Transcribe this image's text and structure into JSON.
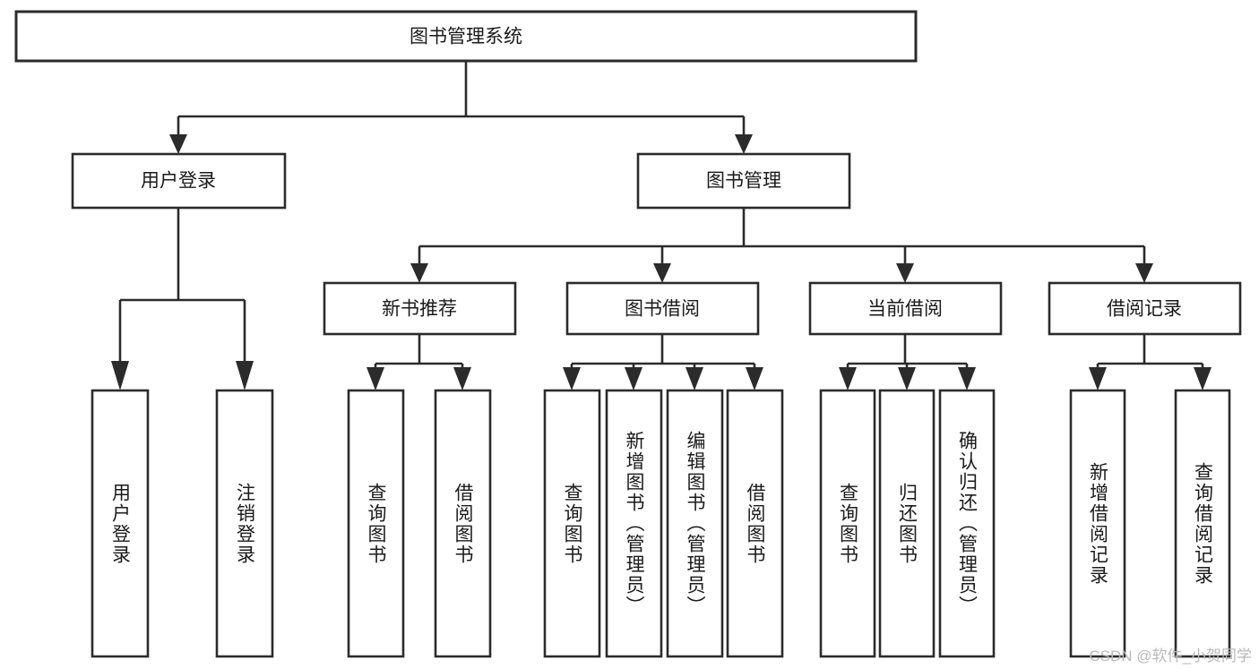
{
  "diagram": {
    "title": "图书管理系统",
    "type": "tree-hierarchy",
    "watermark": "CSDN @软件_小贺同学",
    "nodes": {
      "root": {
        "label": "图书管理系统",
        "orientation": "horizontal"
      },
      "l1": [
        {
          "id": "user-login",
          "label": "用户登录",
          "orientation": "horizontal"
        },
        {
          "id": "book-manage",
          "label": "图书管理",
          "orientation": "horizontal"
        }
      ],
      "l2": [
        {
          "id": "new-book-rec",
          "label": "新书推荐",
          "orientation": "horizontal"
        },
        {
          "id": "book-borrow",
          "label": "图书借阅",
          "orientation": "horizontal"
        },
        {
          "id": "current-borrow",
          "label": "当前借阅",
          "orientation": "horizontal"
        },
        {
          "id": "borrow-record",
          "label": "借阅记录",
          "orientation": "horizontal"
        }
      ],
      "leaves": [
        {
          "id": "leaf-user-login",
          "label": "用户登录",
          "parent": "user-login",
          "orientation": "vertical"
        },
        {
          "id": "leaf-user-logout",
          "label": "注销登录",
          "parent": "user-login",
          "orientation": "vertical"
        },
        {
          "id": "leaf-query-book-1",
          "label": "查询图书",
          "parent": "new-book-rec",
          "orientation": "vertical"
        },
        {
          "id": "leaf-borrow-book-1",
          "label": "借阅图书",
          "parent": "new-book-rec",
          "orientation": "vertical"
        },
        {
          "id": "leaf-query-book-2",
          "label": "查询图书",
          "parent": "book-borrow",
          "orientation": "vertical"
        },
        {
          "id": "leaf-add-book",
          "label": "新增图书（管理员）",
          "parent": "book-borrow",
          "orientation": "vertical"
        },
        {
          "id": "leaf-edit-book",
          "label": "编辑图书（管理员）",
          "parent": "book-borrow",
          "orientation": "vertical"
        },
        {
          "id": "leaf-borrow-book-2",
          "label": "借阅图书",
          "parent": "book-borrow",
          "orientation": "vertical"
        },
        {
          "id": "leaf-query-book-3",
          "label": "查询图书",
          "parent": "current-borrow",
          "orientation": "vertical"
        },
        {
          "id": "leaf-return-book",
          "label": "归还图书",
          "parent": "current-borrow",
          "orientation": "vertical"
        },
        {
          "id": "leaf-confirm-return",
          "label": "确认归还（管理员）",
          "parent": "current-borrow",
          "orientation": "vertical"
        },
        {
          "id": "leaf-add-record",
          "label": "新增借阅记录",
          "parent": "borrow-record",
          "orientation": "vertical"
        },
        {
          "id": "leaf-query-record",
          "label": "查询借阅记录",
          "parent": "borrow-record",
          "orientation": "vertical"
        }
      ]
    },
    "colors": {
      "stroke": "#2b2b2b",
      "fill": "#ffffff",
      "text": "#1a1a1a",
      "watermark": "#b9b9b9"
    }
  }
}
